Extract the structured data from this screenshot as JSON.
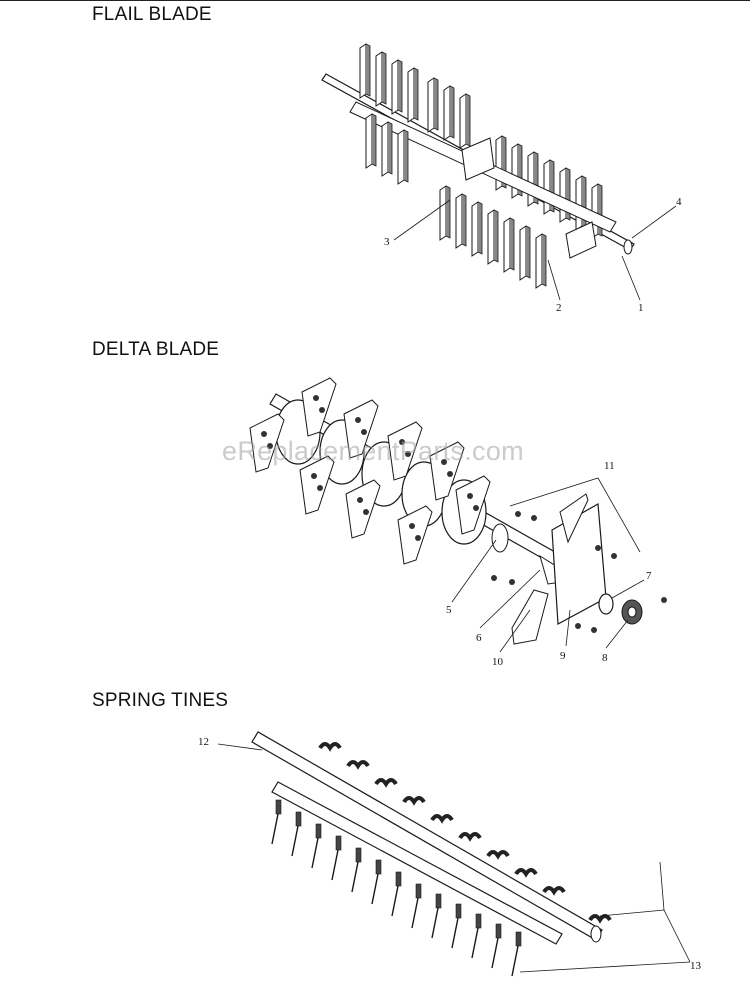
{
  "sections": {
    "flail": {
      "title": "FLAIL BLADE"
    },
    "delta": {
      "title": "DELTA BLADE"
    },
    "spring": {
      "title": "SPRING TINES"
    }
  },
  "callouts": {
    "c1": "1",
    "c2": "2",
    "c3": "3",
    "c4": "4",
    "c5": "5",
    "c6": "6",
    "c7": "7",
    "c8": "8",
    "c9": "9",
    "c10": "10",
    "c11": "11",
    "c12": "12",
    "c13": "13"
  },
  "watermark": "eReplacementParts.com",
  "colors": {
    "line": "#1a1a1a",
    "fill": "#ffffff",
    "shade": "#555555"
  }
}
